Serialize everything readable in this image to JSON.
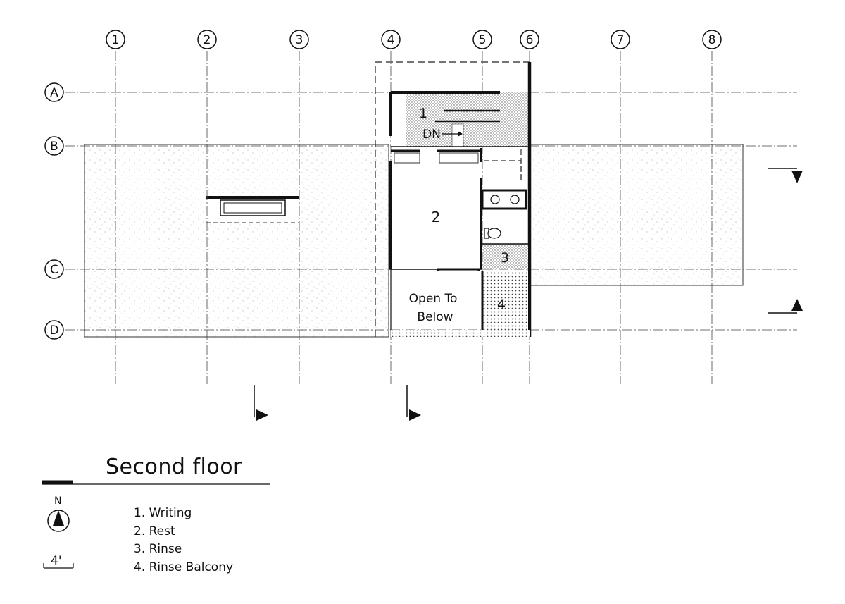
{
  "plan_title": "Second floor",
  "grid": {
    "columns": [
      "1",
      "2",
      "3",
      "4",
      "5",
      "6",
      "7",
      "8"
    ],
    "rows": [
      "A",
      "B",
      "C",
      "D"
    ]
  },
  "room_tags": {
    "writing": "1",
    "rest": "2",
    "rinse": "3",
    "rinse_balcony": "4"
  },
  "stair_label": "DN",
  "open_to_below": {
    "line1": "Open To",
    "line2": "Below"
  },
  "legend": {
    "items": [
      "1. Writing",
      "2. Rest",
      "3. Rinse",
      "4. Rinse Balcony"
    ]
  },
  "north_label": "N",
  "scale_label": "4'",
  "colors": {
    "ink": "#111111",
    "grid": "#444444"
  }
}
